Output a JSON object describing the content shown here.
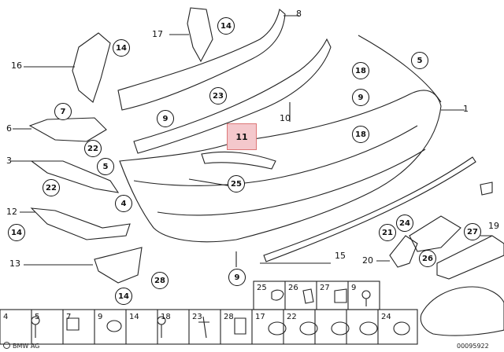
{
  "callouts": {
    "c1": "1",
    "c3": "3",
    "c6": "6",
    "c8": "8",
    "c10": "10",
    "c12": "12",
    "c13": "13",
    "c15": "15",
    "c16": "16",
    "c17": "17",
    "c19": "19",
    "c20": "20"
  },
  "circles": {
    "ci14a": "14",
    "ci14b": "14",
    "ci14c": "14",
    "ci14d": "14",
    "ci5a": "5",
    "ci5b": "5",
    "ci7": "7",
    "ci22a": "22",
    "ci22b": "22",
    "ci23": "23",
    "ci9a": "9",
    "ci9b": "9",
    "ci9c": "9",
    "ci18a": "18",
    "ci18b": "18",
    "ci25": "25",
    "ci4": "4",
    "ci21": "21",
    "ci24": "24",
    "ci27": "27",
    "ci26": "26",
    "ci28": "28"
  },
  "highlight_label": "11",
  "grid": {
    "top": [
      "25",
      "26",
      "27",
      "9"
    ],
    "bottom": [
      "4",
      "5",
      "7",
      "9",
      "14",
      "18",
      "23",
      "28",
      "17",
      "22",
      "24"
    ]
  },
  "footer": {
    "brand": "BMW AG",
    "code": "00095922"
  }
}
